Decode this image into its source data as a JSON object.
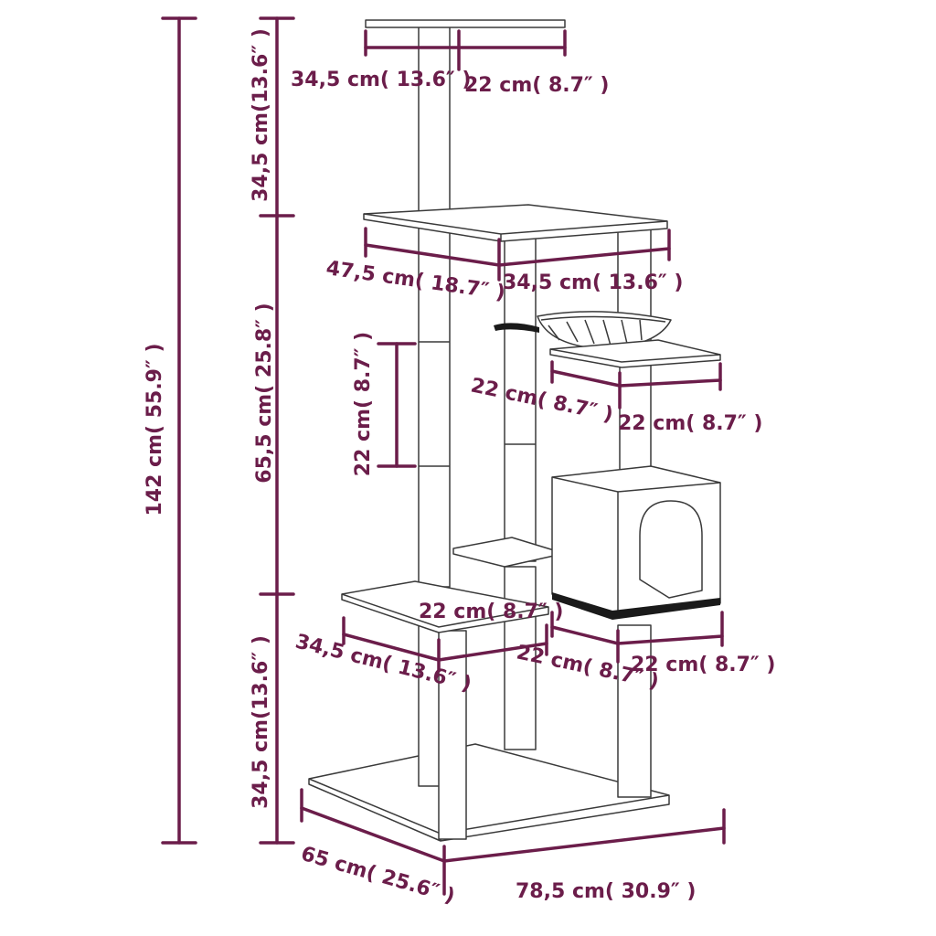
{
  "colors": {
    "dimension": "#6b1d4a",
    "outline": "#3a3a3a",
    "background": "#ffffff"
  },
  "dimensions": {
    "total_height": "142 cm( 55.9″ )",
    "top_section_height": "34,5 cm(13.6″ )",
    "middle_section_height": "65,5 cm( 25.8″ )",
    "bottom_section_height": "34,5 cm(13.6″ )",
    "top_platform_length": "34,5 cm( 13.6″ )",
    "top_platform_width": "22 cm( 8.7″ )",
    "main_platform_length": "47,5 cm( 18.7″ )",
    "main_platform_width": "34,5 cm( 13.6″ )",
    "post_segment_height": "22 cm( 8.7″ )",
    "side_platform_length": "22 cm( 8.7″ )",
    "side_platform_width": "22 cm( 8.7″ )",
    "low_platform_depth": "22 cm( 8.7″ )",
    "low_platform_length": "34,5 cm( 13.6″ )",
    "condo_depth": "22 cm( 8.7″ )",
    "condo_width": "22 cm( 8.7″ )",
    "base_depth": "65 cm( 25.6″ )",
    "base_length": "78,5 cm( 30.9″ )"
  }
}
